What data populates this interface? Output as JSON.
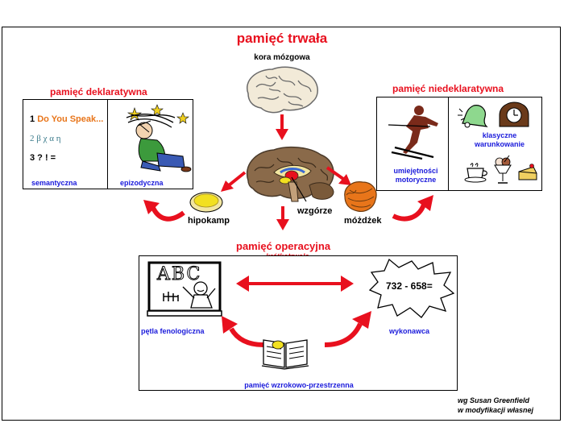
{
  "title": "pamięć trwała",
  "cortex_label": "kora mózgowa",
  "declarative": {
    "title": "pamięć deklaratywna",
    "semantic_lines": [
      "1",
      "Do You Speak...",
      "2 β χ α η",
      "3  ? ! ="
    ],
    "semantic_label": "semantyczna",
    "episodic_label": "epizodyczna"
  },
  "nondeclarative": {
    "title": "pamięć niedeklaratywna",
    "motor_label": "umiejętności motoryczne",
    "conditioning_label": "klasyczne warunkowanie"
  },
  "structures": {
    "hippocampus": "hipokamp",
    "thalamus": "wzgórze",
    "cerebellum": "móżdżek"
  },
  "working": {
    "title": "pamięć operacyjna",
    "subtitle": "krótkotrwała",
    "phonological_label": "pętla fenologiczna",
    "executive_label": "wykonawca",
    "visuospatial_label": "pamięć wzrokowo-przestrzenna",
    "blackboard_text": "ABC",
    "equation": "732 - 658="
  },
  "credit_line1": "wg Susan Greenfield",
  "credit_line2": "w modyfikacji własnej",
  "colors": {
    "red": "#e8101e",
    "blue": "#1a1adb",
    "orange": "#e8751a"
  }
}
